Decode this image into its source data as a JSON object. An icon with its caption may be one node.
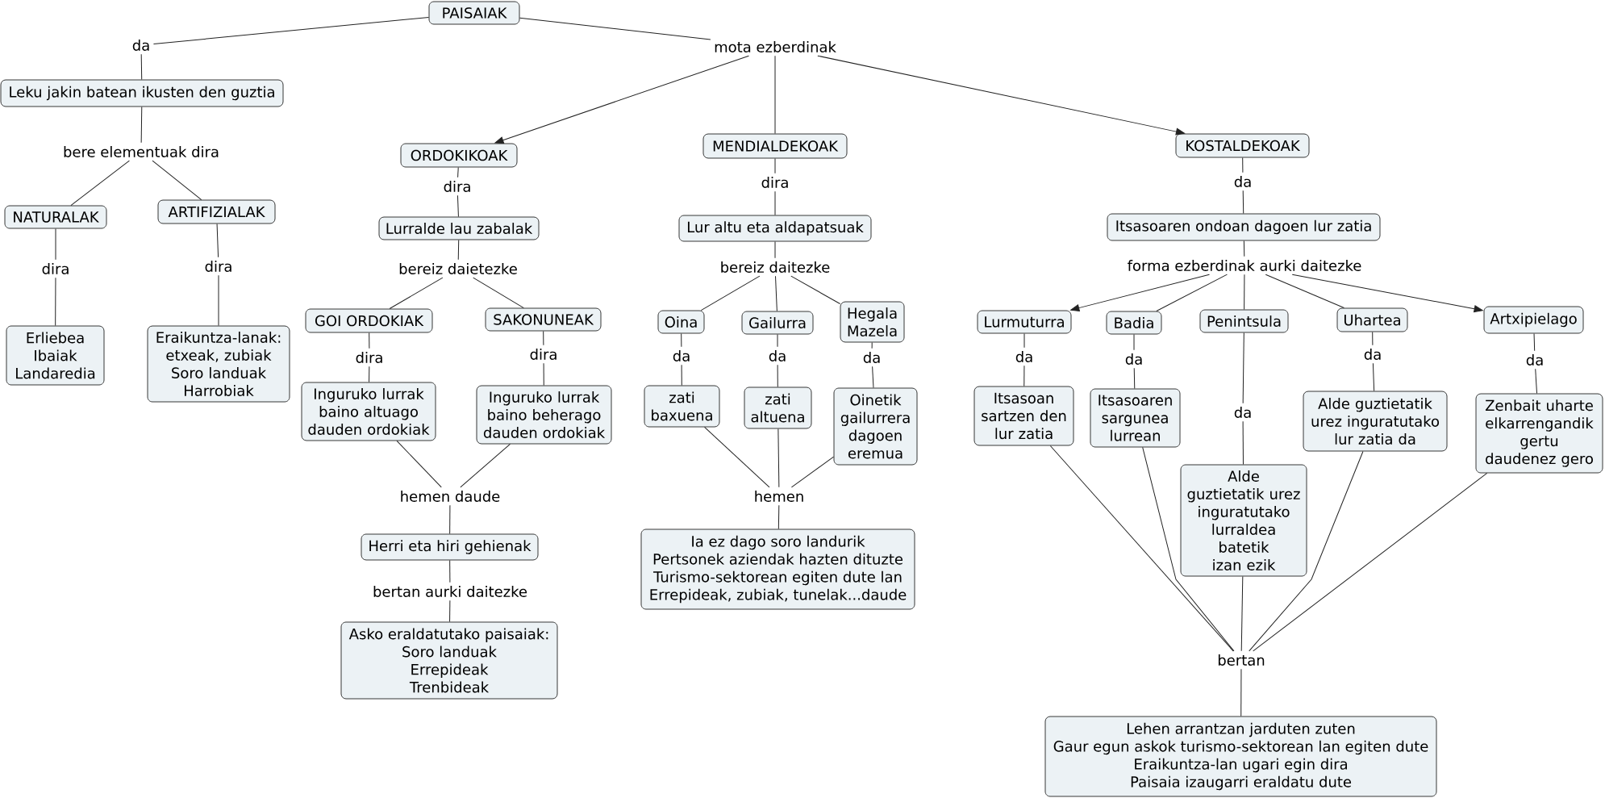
{
  "diagram": {
    "nodes": [
      {
        "text": [
          "PAISAIAK"
        ]
      },
      {
        "text": [
          "da"
        ]
      },
      {
        "text": [
          "mota ezberdinak"
        ]
      },
      {
        "text": [
          "Leku jakin batean ikusten den guztia"
        ]
      },
      {
        "text": [
          "bere elementuak dira"
        ]
      },
      {
        "text": [
          "ORDOKIKOAK"
        ]
      },
      {
        "text": [
          "MENDIALDEKOAK"
        ]
      },
      {
        "text": [
          "KOSTALDEKOAK"
        ]
      },
      {
        "text": [
          "NATURALAK"
        ]
      },
      {
        "text": [
          "ARTIFIZIALAK"
        ]
      },
      {
        "text": [
          "dira"
        ]
      },
      {
        "text": [
          "dira"
        ]
      },
      {
        "text": [
          "da"
        ]
      },
      {
        "text": [
          "Lurralde lau zabalak"
        ]
      },
      {
        "text": [
          "Lur altu eta aldapatsuak"
        ]
      },
      {
        "text": [
          "Itsasoaren ondoan dagoen lur zatia"
        ]
      },
      {
        "text": [
          "dira"
        ]
      },
      {
        "text": [
          "dira"
        ]
      },
      {
        "text": [
          "bereiz daietezke"
        ]
      },
      {
        "text": [
          "bereiz daitezke"
        ]
      },
      {
        "text": [
          "forma ezberdinak aurki daitezke"
        ]
      },
      {
        "text": [
          "GOI ORDOKIAK"
        ]
      },
      {
        "text": [
          "SAKONUNEAK"
        ]
      },
      {
        "text": [
          "Oina"
        ]
      },
      {
        "text": [
          "Gailurra"
        ]
      },
      {
        "text": [
          "Hegala",
          "Mazela"
        ]
      },
      {
        "text": [
          "Lurmuturra"
        ]
      },
      {
        "text": [
          "Badia"
        ]
      },
      {
        "text": [
          "Penintsula"
        ]
      },
      {
        "text": [
          "Uhartea"
        ]
      },
      {
        "text": [
          "Artxipielago"
        ]
      },
      {
        "text": [
          "Erliebea",
          "Ibaiak",
          "Landaredia"
        ]
      },
      {
        "text": [
          "Eraikuntza-lanak: etxeak, zubiak",
          "Soro landuak",
          "Harrobiak"
        ]
      },
      {
        "text": [
          "dira"
        ]
      },
      {
        "text": [
          "dira"
        ]
      },
      {
        "text": [
          "da"
        ]
      },
      {
        "text": [
          "da"
        ]
      },
      {
        "text": [
          "da"
        ]
      },
      {
        "text": [
          "da"
        ]
      },
      {
        "text": [
          "da"
        ]
      },
      {
        "text": [
          "da"
        ]
      },
      {
        "text": [
          "da"
        ]
      },
      {
        "text": [
          "Inguruko lurrak baino altuago dauden ordokiak"
        ]
      },
      {
        "text": [
          "Inguruko lurrak baino beherago dauden ordokiak"
        ]
      },
      {
        "text": [
          "zati baxuena"
        ]
      },
      {
        "text": [
          "zati altuena"
        ]
      },
      {
        "text": [
          "Oinetik gailurrera dagoen eremua"
        ]
      },
      {
        "text": [
          "Itsasoan sartzen den lur zatia"
        ]
      },
      {
        "text": [
          "Itsasoaren sargunea lurrean"
        ]
      },
      {
        "text": [
          "da"
        ]
      },
      {
        "text": [
          "Alde guztietatik urez inguratutako lur zatia da"
        ]
      },
      {
        "text": [
          "Zenbait uharte elkarrengandik gertu daudenez gero"
        ]
      },
      {
        "text": [
          "hemen daude"
        ]
      },
      {
        "text": [
          "hemen"
        ]
      },
      {
        "text": [
          "Alde guztietatik urez inguratutako lurraldea batetik izan ezik"
        ]
      },
      {
        "text": [
          "Herri eta hiri gehienak"
        ]
      },
      {
        "text": [
          "Ia ez dago soro landurik",
          "Pertsonek aziendak hazten dituzte",
          "Turismo-sektorean egiten dute lan",
          "Errepideak, zubiak, tunelak...daude"
        ]
      },
      {
        "text": [
          "bertan aurki daitezke"
        ]
      },
      {
        "text": [
          "Asko eraldatutako paisaiak:",
          "Soro landuak",
          "Errepideak",
          "Trenbideak"
        ]
      },
      {
        "text": [
          "bertan"
        ]
      },
      {
        "text": [
          "Lehen arrantzan jarduten zuten",
          "Gaur egun askok turismo-sektorean lan egiten dute",
          "Eraikuntza-lan ugari egin dira",
          "Paisaia izaugarri eraldatu dute"
        ]
      }
    ],
    "edges": [
      {
        "from": 0,
        "to": 1,
        "arrow": "none"
      },
      {
        "from": 1,
        "to": 3,
        "arrow": "none"
      },
      {
        "from": 0,
        "to": 2,
        "arrow": "none"
      },
      {
        "from": 2,
        "to": 5,
        "arrow": "to"
      },
      {
        "from": 2,
        "to": 6,
        "arrow": "none"
      },
      {
        "from": 2,
        "to": 7,
        "arrow": "to"
      },
      {
        "from": 3,
        "to": 4,
        "arrow": "none"
      },
      {
        "from": 4,
        "to": 8,
        "arrow": "none"
      },
      {
        "from": 4,
        "to": 9,
        "arrow": "none"
      },
      {
        "from": 8,
        "to": 16,
        "arrow": "none"
      },
      {
        "from": 16,
        "to": 31,
        "arrow": "none"
      },
      {
        "from": 9,
        "to": 17,
        "arrow": "none"
      },
      {
        "from": 17,
        "to": 32,
        "arrow": "none"
      },
      {
        "from": 5,
        "to": 10,
        "arrow": "none"
      },
      {
        "from": 10,
        "to": 13,
        "arrow": "none"
      },
      {
        "from": 13,
        "to": 18,
        "arrow": "none"
      },
      {
        "from": 18,
        "to": 21,
        "arrow": "none"
      },
      {
        "from": 18,
        "to": 22,
        "arrow": "none"
      },
      {
        "from": 21,
        "to": 33,
        "arrow": "none"
      },
      {
        "from": 33,
        "to": 42,
        "arrow": "none"
      },
      {
        "from": 22,
        "to": 34,
        "arrow": "none"
      },
      {
        "from": 34,
        "to": 43,
        "arrow": "none"
      },
      {
        "from": 42,
        "to": 52,
        "arrow": "none"
      },
      {
        "from": 43,
        "to": 52,
        "arrow": "none"
      },
      {
        "from": 52,
        "to": 55,
        "arrow": "none"
      },
      {
        "from": 55,
        "to": 57,
        "arrow": "none"
      },
      {
        "from": 57,
        "to": 58,
        "arrow": "none"
      },
      {
        "from": 6,
        "to": 11,
        "arrow": "none"
      },
      {
        "from": 11,
        "to": 14,
        "arrow": "none"
      },
      {
        "from": 14,
        "to": 19,
        "arrow": "none"
      },
      {
        "from": 19,
        "to": 23,
        "arrow": "none"
      },
      {
        "from": 19,
        "to": 24,
        "arrow": "none"
      },
      {
        "from": 19,
        "to": 25,
        "arrow": "none"
      },
      {
        "from": 23,
        "to": 35,
        "arrow": "none"
      },
      {
        "from": 35,
        "to": 44,
        "arrow": "none"
      },
      {
        "from": 24,
        "to": 36,
        "arrow": "none"
      },
      {
        "from": 36,
        "to": 45,
        "arrow": "none"
      },
      {
        "from": 25,
        "to": 37,
        "arrow": "none"
      },
      {
        "from": 37,
        "to": 46,
        "arrow": "none"
      },
      {
        "from": 44,
        "to": 53,
        "arrow": "none"
      },
      {
        "from": 45,
        "to": 53,
        "arrow": "none"
      },
      {
        "from": 46,
        "to": 53,
        "arrow": "none"
      },
      {
        "from": 53,
        "to": 56,
        "arrow": "none"
      },
      {
        "from": 7,
        "to": 12,
        "arrow": "none"
      },
      {
        "from": 12,
        "to": 15,
        "arrow": "none"
      },
      {
        "from": 15,
        "to": 20,
        "arrow": "none"
      },
      {
        "from": 20,
        "to": 26,
        "arrow": "to"
      },
      {
        "from": 20,
        "to": 27,
        "arrow": "none"
      },
      {
        "from": 20,
        "to": 28,
        "arrow": "none"
      },
      {
        "from": 20,
        "to": 29,
        "arrow": "none"
      },
      {
        "from": 20,
        "to": 30,
        "arrow": "to"
      },
      {
        "from": 26,
        "to": 38,
        "arrow": "none"
      },
      {
        "from": 38,
        "to": 47,
        "arrow": "none"
      },
      {
        "from": 27,
        "to": 39,
        "arrow": "none"
      },
      {
        "from": 39,
        "to": 48,
        "arrow": "none"
      },
      {
        "from": 28,
        "to": 49,
        "arrow": "none"
      },
      {
        "from": 49,
        "to": 54,
        "arrow": "none"
      },
      {
        "from": 29,
        "to": 40,
        "arrow": "none"
      },
      {
        "from": 40,
        "to": 50,
        "arrow": "none"
      },
      {
        "from": 30,
        "to": 41,
        "arrow": "none"
      },
      {
        "from": 41,
        "to": 51,
        "arrow": "none"
      },
      {
        "from": 47,
        "to": 59,
        "arrow": "none"
      },
      {
        "from": 48,
        "to": 59,
        "arrow": "none"
      },
      {
        "from": 54,
        "to": 59,
        "arrow": "none"
      },
      {
        "from": 50,
        "to": 59,
        "arrow": "none"
      },
      {
        "from": 51,
        "to": 59,
        "arrow": "none"
      },
      {
        "from": 59,
        "to": 60,
        "arrow": "none"
      }
    ]
  }
}
